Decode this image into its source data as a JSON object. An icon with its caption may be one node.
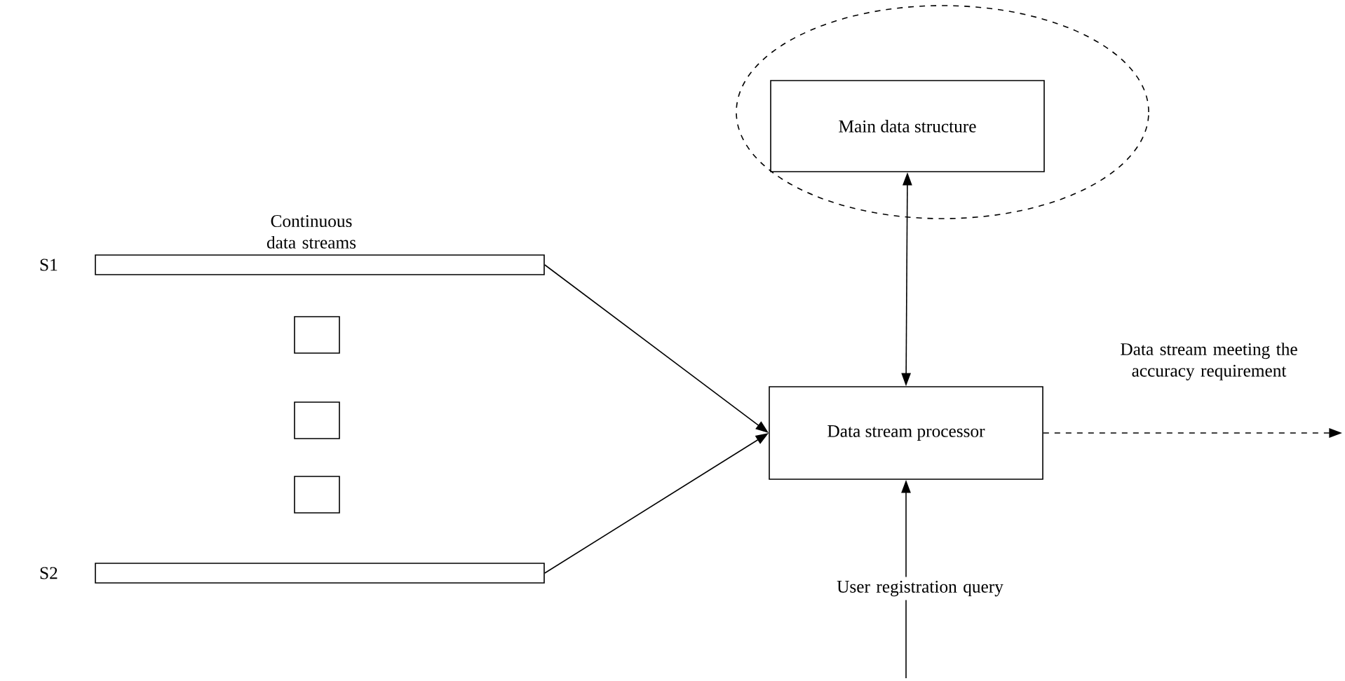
{
  "diagram": {
    "nodes": [
      {
        "text": [],
        "shape": "ellipse"
      },
      {
        "text": [
          "Main data structure"
        ],
        "in": 0
      },
      {
        "text": [],
        "shape": "bar",
        "beside": [
          "S1",
          "Continuous data streams"
        ]
      },
      {
        "text": [],
        "shape": "box"
      },
      {
        "text": [],
        "shape": "box"
      },
      {
        "text": [],
        "shape": "box"
      },
      {
        "text": [
          "Data stream processor"
        ]
      },
      {
        "text": [],
        "shape": "bar",
        "beside": [
          "S2"
        ]
      }
    ],
    "edges": [
      {
        "from": 1,
        "to": 6,
        "arrow": "both"
      },
      {
        "from": 2,
        "to": 6,
        "arrow": "to"
      },
      {
        "from": 7,
        "to": 6,
        "arrow": "to"
      },
      {
        "from": 6,
        "to": null,
        "arrow": "to",
        "style": "dashed",
        "label": "Data stream meeting the accuracy requirement"
      },
      {
        "from": null,
        "to": 6,
        "arrow": "to",
        "label": "User registration query"
      }
    ]
  }
}
